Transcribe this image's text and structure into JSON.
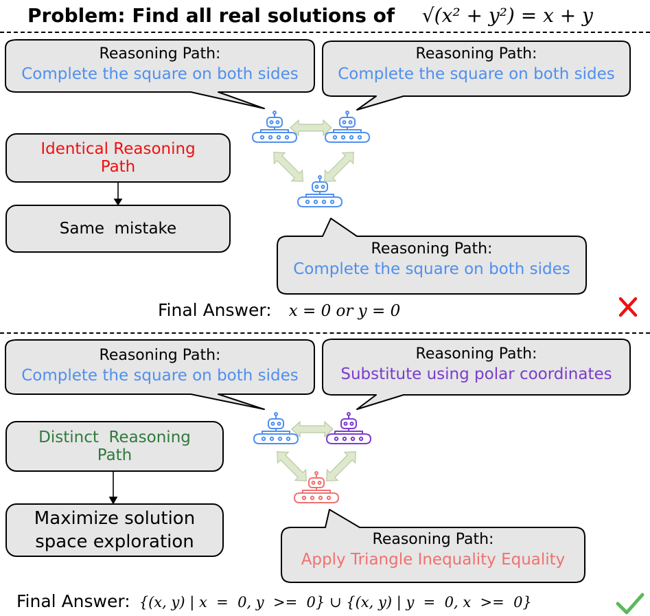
{
  "title": {
    "prefix": "Problem: Find all real solutions of",
    "equation": "√(x² + y²) = x + y"
  },
  "top": {
    "bubble_left": {
      "heading": "Reasoning Path:",
      "text": "Complete the square on both sides"
    },
    "bubble_right": {
      "heading": "Reasoning Path:",
      "text": "Complete the square on both sides"
    },
    "bubble_bottom": {
      "heading": "Reasoning Path:",
      "text": "Complete the square on both sides"
    },
    "note_box": {
      "line1": "Identical Reasoning",
      "line2": "Path"
    },
    "result_box": "Same  mistake",
    "final_label": "Final Answer:",
    "final_value": "x = 0 or y = 0",
    "verdict_icon": "cross-icon"
  },
  "bottom": {
    "bubble_left": {
      "heading": "Reasoning Path:",
      "text": "Complete the square on both sides"
    },
    "bubble_right": {
      "heading": "Reasoning Path:",
      "text": "Substitute using polar coordinates"
    },
    "bubble_bottom": {
      "heading": "Reasoning Path:",
      "text": "Apply Triangle Inequality Equality"
    },
    "note_box": {
      "line1": "Distinct  Reasoning",
      "line2": "Path"
    },
    "result_box": {
      "line1": "Maximize solution",
      "line2": "space exploration"
    },
    "final_label": "Final Answer:",
    "final_value": "{(x, y) | x  =  0, y  >=  0} ∪ {(x, y) | y  =  0, x  >=  0}",
    "verdict_icon": "check-icon"
  },
  "colors": {
    "blue": "#4f8fee",
    "purple": "#7a3ccc",
    "salmon": "#f07070",
    "red": "#ee1111",
    "green": "#2f7a3c",
    "check": "#5cb85c",
    "arrow_fill": "#dde8cc",
    "bubble_fill": "#e6e6e6"
  },
  "icons": [
    "robot-icon",
    "double-arrow-icon",
    "cross-icon",
    "check-icon"
  ]
}
